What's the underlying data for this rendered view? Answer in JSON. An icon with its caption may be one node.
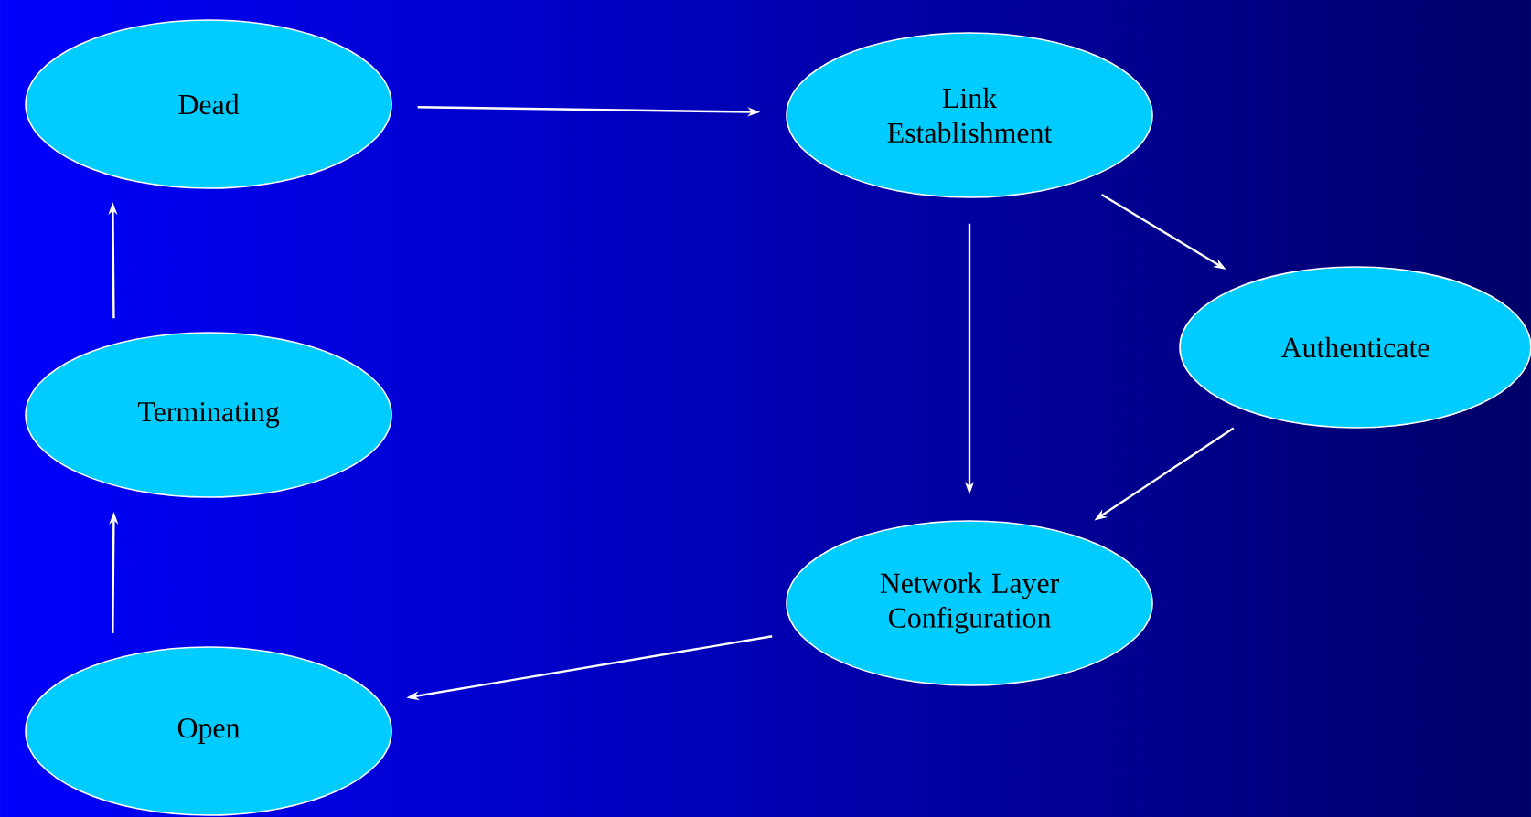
{
  "diagram": {
    "nodes": [
      {
        "text": [
          "Dead"
        ]
      },
      {
        "text": [
          "Link Establishment"
        ]
      },
      {
        "text": [
          "Authenticate"
        ]
      },
      {
        "text": [
          "Terminating"
        ]
      },
      {
        "text": [
          "Network Layer Configuration"
        ]
      },
      {
        "text": [
          "Open"
        ]
      }
    ],
    "edges": [
      {
        "from": 0,
        "to": 1,
        "arrow": "to"
      },
      {
        "from": 1,
        "to": 2,
        "arrow": "to"
      },
      {
        "from": 1,
        "to": 4,
        "arrow": "to"
      },
      {
        "from": 2,
        "to": 4,
        "arrow": "to"
      },
      {
        "from": 4,
        "to": 5,
        "arrow": "to"
      },
      {
        "from": 5,
        "to": 3,
        "arrow": "to"
      },
      {
        "from": 3,
        "to": 0,
        "arrow": "to"
      }
    ]
  }
}
